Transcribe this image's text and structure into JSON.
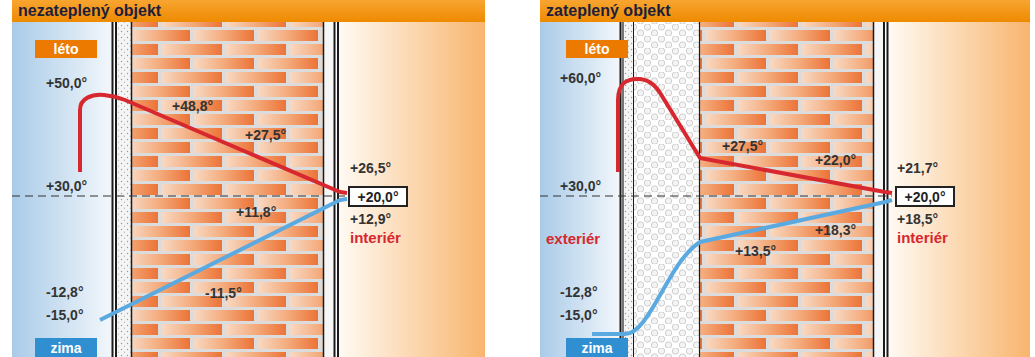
{
  "diagram": {
    "nodes": [
      {
        "text": [
          "nezateplený objekt"
        ]
      },
      {
        "text": [
          "léto"
        ]
      },
      {
        "text": [
          "zima"
        ]
      },
      {
        "text": [
          "+20,0°"
        ]
      },
      {
        "text": [
          "zateplený objekt"
        ]
      },
      {
        "text": [
          "léto"
        ]
      },
      {
        "text": [
          "zima"
        ]
      },
      {
        "text": [
          "+20,0°"
        ]
      }
    ],
    "labels": [
      "+50,0°",
      "+48,8°",
      "+30,0°",
      "+27,5°",
      "+26,5°",
      "+12,9°",
      "+11,8°",
      "interiér",
      "-11,5°",
      "-12,8°",
      "-15,0°",
      "+60,0°",
      "+27,5°",
      "+22,0°",
      "+30,0°",
      "+21,7°",
      "+18,5°",
      "+13,5°",
      "+18,3°",
      "exteriér",
      "interiér",
      "-12,8°",
      "-15,0°"
    ]
  }
}
